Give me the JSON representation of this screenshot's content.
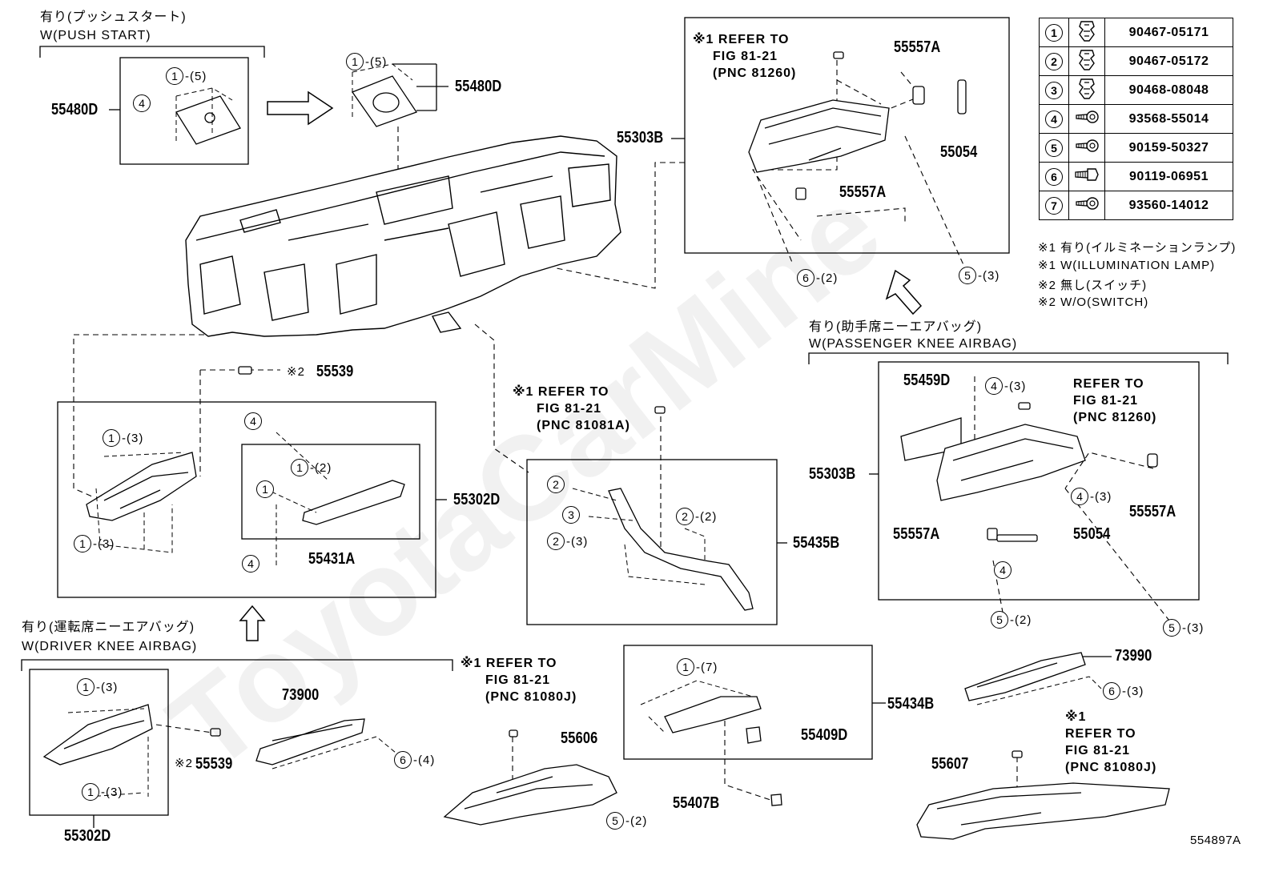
{
  "diagram_code": "554897A",
  "watermark": "ToyotaCarMine",
  "header_notes": {
    "push_start_jp": "有り(プッシュスタート)",
    "push_start_en": "W(PUSH START)",
    "driver_knee_jp": "有り(運転席ニーエアバッグ)",
    "driver_knee_en": "W(DRIVER KNEE AIRBAG)",
    "passenger_knee_jp": "有り(助手席ニーエアバッグ)",
    "passenger_knee_en": "W(PASSENGER KNEE AIRBAG)"
  },
  "refs": {
    "r1": [
      "※1 REFER TO",
      "FIG 81-21",
      "(PNC 81260)"
    ],
    "r2": [
      "※1 REFER TO",
      "FIG 81-21",
      "(PNC 81081A)"
    ],
    "r3": [
      "※1 REFER TO",
      "FIG 81-21",
      "(PNC 81080J)"
    ],
    "r4": [
      "REFER TO",
      "FIG 81-21",
      "(PNC 81260)"
    ],
    "r5": [
      "※1",
      "REFER TO",
      "FIG 81-21",
      "(PNC 81080J)"
    ]
  },
  "part_labels": {
    "p55480D_left": "55480D",
    "p55480D_top": "55480D",
    "p55303B_top": "55303B",
    "p55557A_top1": "55557A",
    "p55054_top": "55054",
    "p55557A_top2": "55557A",
    "p55539_mid": "55539",
    "p55302D_mid": "55302D",
    "p55431A": "55431A",
    "p55435B": "55435B",
    "p55459D": "55459D",
    "p55303B_right": "55303B",
    "p55557A_right": "55557A",
    "p55557A_right2": "55557A",
    "p55054_right": "55054",
    "p73900": "73900",
    "p55539_low": "55539",
    "p55302D_low": "55302D",
    "p55606": "55606",
    "p55434B": "55434B",
    "p55409D": "55409D",
    "p55407B": "55407B",
    "p73990": "73990",
    "p55607": "55607"
  },
  "callouts": [
    {
      "n": "1",
      "q": "-(5)"
    },
    {
      "n": "4",
      "q": ""
    },
    {
      "n": "1",
      "q": "-(5)"
    },
    {
      "n": "6",
      "q": "-(2)"
    },
    {
      "n": "5",
      "q": "-(3)"
    },
    {
      "n": "1",
      "q": "-(3)"
    },
    {
      "n": "1",
      "q": "-(3)"
    },
    {
      "n": "4",
      "q": ""
    },
    {
      "n": "1",
      "q": "-(2)"
    },
    {
      "n": "1",
      "q": ""
    },
    {
      "n": "4",
      "q": ""
    },
    {
      "n": "2",
      "q": ""
    },
    {
      "n": "3",
      "q": ""
    },
    {
      "n": "2",
      "q": "-(3)"
    },
    {
      "n": "2",
      "q": "-(2)"
    },
    {
      "n": "4",
      "q": "-(3)"
    },
    {
      "n": "4",
      "q": "-(3)"
    },
    {
      "n": "4",
      "q": ""
    },
    {
      "n": "5",
      "q": "-(2)"
    },
    {
      "n": "5",
      "q": "-(3)"
    },
    {
      "n": "1",
      "q": "-(3)"
    },
    {
      "n": "1",
      "q": "-(3)"
    },
    {
      "n": "6",
      "q": "-(4)"
    },
    {
      "n": "5",
      "q": "-(2)"
    },
    {
      "n": "1",
      "q": "-(7)"
    },
    {
      "n": "6",
      "q": "-(3)"
    }
  ],
  "mark2": "※2",
  "bolt_table": [
    {
      "n": "1",
      "icon": "clip-icon",
      "pn": "90467-05171"
    },
    {
      "n": "2",
      "icon": "clip-icon",
      "pn": "90467-05172"
    },
    {
      "n": "3",
      "icon": "clip-icon",
      "pn": "90468-08048"
    },
    {
      "n": "4",
      "icon": "screw-icon",
      "pn": "93568-55014"
    },
    {
      "n": "5",
      "icon": "screw-icon",
      "pn": "90159-50327"
    },
    {
      "n": "6",
      "icon": "bolt-icon",
      "pn": "90119-06951"
    },
    {
      "n": "7",
      "icon": "screw-icon",
      "pn": "93560-14012"
    }
  ],
  "legend": [
    "※1 有り(イルミネーションランプ)",
    "※1 W(ILLUMINATION LAMP)",
    "※2 無し(スイッチ)",
    "※2 W/O(SWITCH)"
  ]
}
